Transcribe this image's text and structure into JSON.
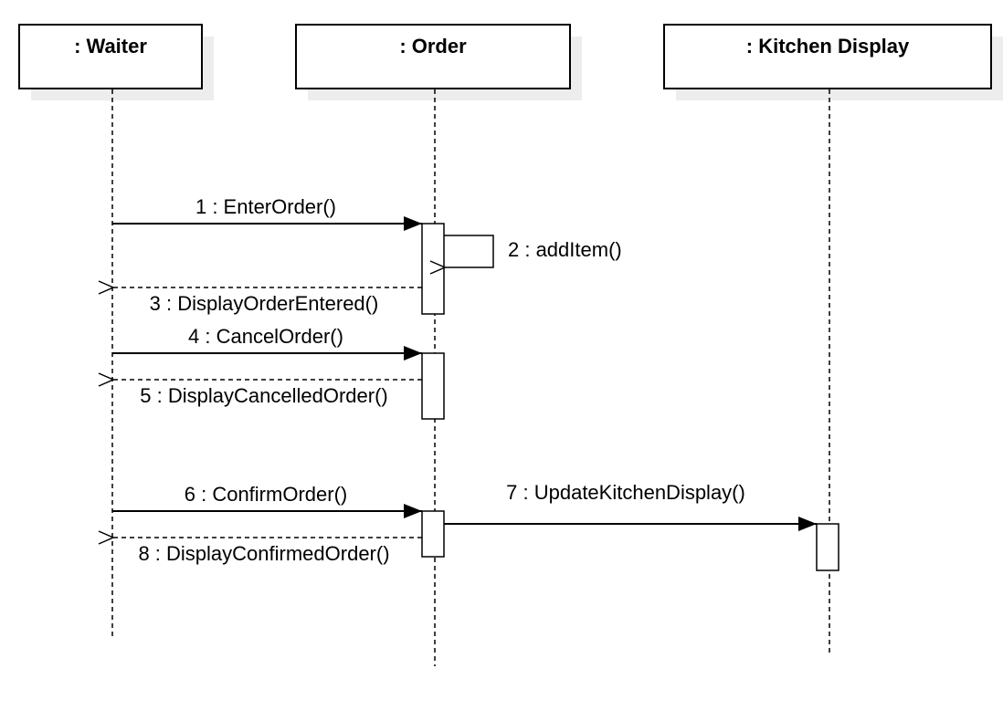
{
  "diagram": {
    "type": "sequence",
    "lifelines": [
      {
        "id": "waiter",
        "title": ": Waiter"
      },
      {
        "id": "order",
        "title": ": Order"
      },
      {
        "id": "kitchen",
        "title": ": Kitchen Display"
      }
    ],
    "messages": [
      {
        "label": "1 : EnterOrder()",
        "from": "waiter",
        "to": "order",
        "kind": "sync-call"
      },
      {
        "label": "2 : addItem()",
        "from": "order",
        "to": "order",
        "kind": "self-call"
      },
      {
        "label": "3 : DisplayOrderEntered()",
        "from": "order",
        "to": "waiter",
        "kind": "return"
      },
      {
        "label": "4 : CancelOrder()",
        "from": "waiter",
        "to": "order",
        "kind": "sync-call"
      },
      {
        "label": "5 : DisplayCancelledOrder()",
        "from": "order",
        "to": "waiter",
        "kind": "return"
      },
      {
        "label": "6 : ConfirmOrder()",
        "from": "waiter",
        "to": "order",
        "kind": "sync-call"
      },
      {
        "label": "7 : UpdateKitchenDisplay()",
        "from": "order",
        "to": "kitchen",
        "kind": "sync-call"
      },
      {
        "label": "8 : DisplayConfirmedOrder()",
        "from": "order",
        "to": "waiter",
        "kind": "return"
      }
    ],
    "colors": {
      "stroke": "#000000",
      "shadow": "#ededed",
      "fill": "#ffffff"
    }
  }
}
